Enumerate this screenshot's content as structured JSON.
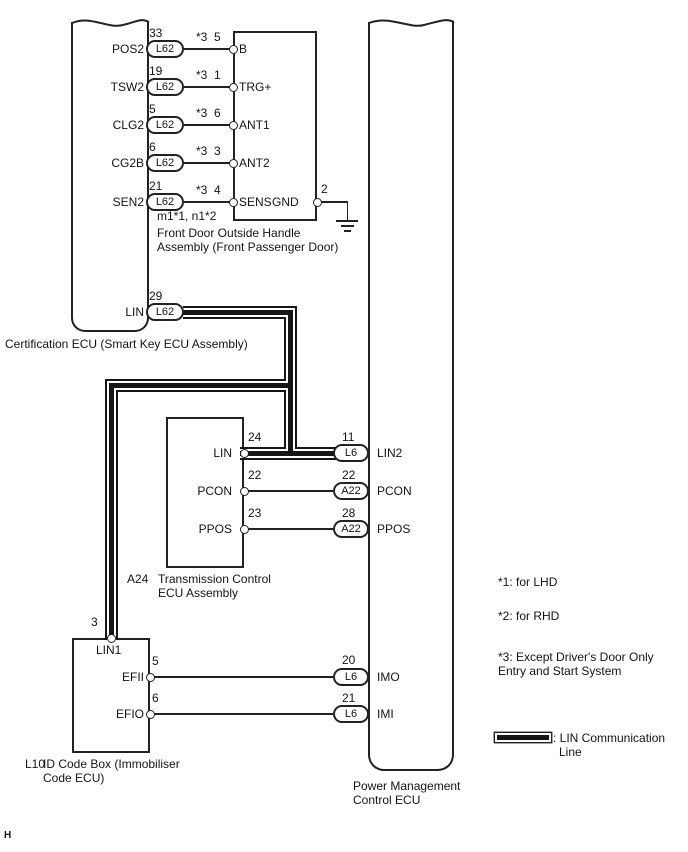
{
  "page_marker": "H",
  "cert_ecu": {
    "label": "Certification ECU (Smart Key ECU Assembly)",
    "pins": [
      {
        "name": "POS2",
        "pin": "33",
        "conn": "L62"
      },
      {
        "name": "TSW2",
        "pin": "19",
        "conn": "L62"
      },
      {
        "name": "CLG2",
        "pin": "5",
        "conn": "L62"
      },
      {
        "name": "CG2B",
        "pin": "6",
        "conn": "L62"
      },
      {
        "name": "SEN2",
        "pin": "21",
        "conn": "L62"
      },
      {
        "name": "LIN",
        "pin": "29",
        "conn": "L62"
      }
    ]
  },
  "front_door": {
    "connector_note": "m1*1, n1*2",
    "label_line1": "Front Door Outside Handle",
    "label_line2": "Assembly (Front Passenger Door)",
    "pins": [
      {
        "name": "B",
        "pin": "5",
        "note": "*3"
      },
      {
        "name": "TRG+",
        "pin": "1",
        "note": "*3"
      },
      {
        "name": "ANT1",
        "pin": "6",
        "note": "*3"
      },
      {
        "name": "ANT2",
        "pin": "3",
        "note": "*3"
      },
      {
        "name": "SENS",
        "pin": "4",
        "note": "*3"
      }
    ],
    "gnd": {
      "name": "GND",
      "pin": "2"
    }
  },
  "a24": {
    "code": "A24",
    "label_line1": "Transmission Control",
    "label_line2": "ECU Assembly",
    "pins": [
      {
        "name": "LIN",
        "pin": "24"
      },
      {
        "name": "PCON",
        "pin": "22"
      },
      {
        "name": "PPOS",
        "pin": "23"
      }
    ]
  },
  "id_box": {
    "code": "L10",
    "label_line1": "ID Code Box (Immobiliser",
    "label_line2": "Code ECU)",
    "top_pin": {
      "name": "LIN1",
      "pin": "3"
    },
    "pins": [
      {
        "name": "EFII",
        "pin": "5"
      },
      {
        "name": "EFIO",
        "pin": "6"
      }
    ]
  },
  "pm_ecu": {
    "label_line1": "Power Management",
    "label_line2": "Control ECU",
    "pins": [
      {
        "name": "LIN2",
        "pin": "11",
        "conn": "L6"
      },
      {
        "name": "PCON",
        "pin": "22",
        "conn": "A22"
      },
      {
        "name": "PPOS",
        "pin": "28",
        "conn": "A22"
      },
      {
        "name": "IMO",
        "pin": "20",
        "conn": "L6"
      },
      {
        "name": "IMI",
        "pin": "21",
        "conn": "L6"
      }
    ]
  },
  "notes": {
    "note1": "*1: for LHD",
    "note2": "*2: for RHD",
    "note3_line1": "*3: Except Driver's Door Only",
    "note3_line2": "Entry and Start System"
  },
  "legend": {
    "label_line1": ": LIN Communication",
    "label_line2": "Line"
  }
}
